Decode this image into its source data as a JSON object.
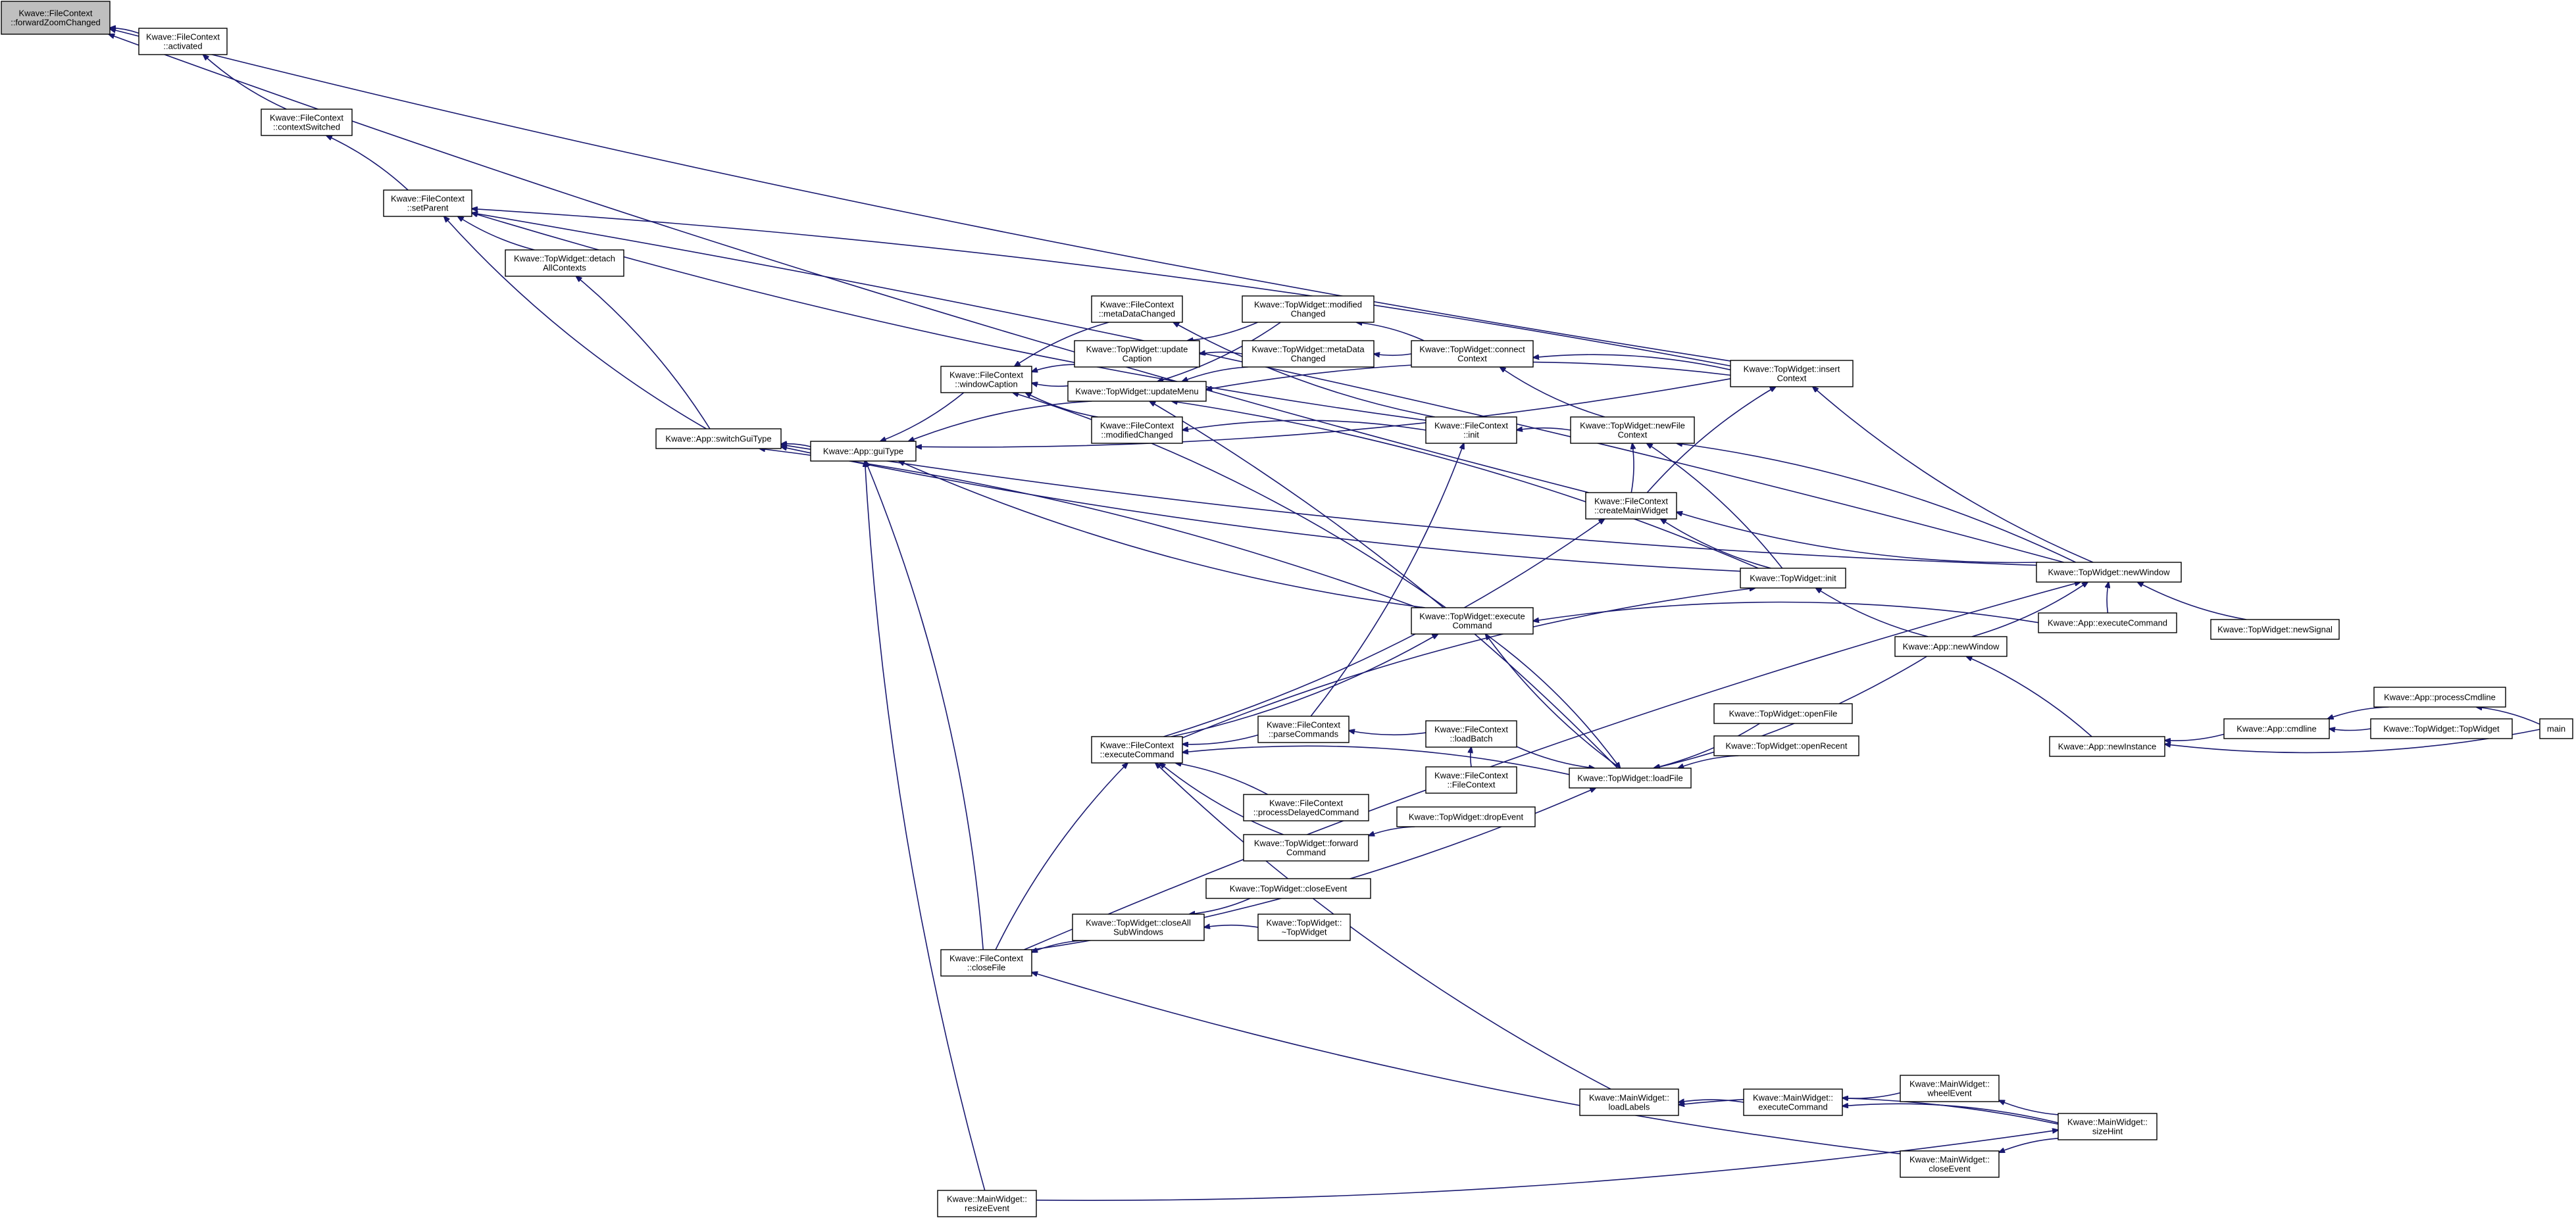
{
  "colors": {
    "edge": "#191970",
    "node_fill": "#ffffff",
    "root_fill": "#bfbfbf",
    "border": "#000000",
    "background": "#ffffff"
  },
  "nodes": [
    {
      "id": "fzc",
      "lines": [
        "Kwave::FileContext",
        "::forwardZoomChanged"
      ],
      "root": true
    },
    {
      "id": "act",
      "lines": [
        "Kwave::FileContext",
        "::activated"
      ]
    },
    {
      "id": "ctx",
      "lines": [
        "Kwave::FileContext",
        "::contextSwitched"
      ]
    },
    {
      "id": "spar",
      "lines": [
        "Kwave::FileContext",
        "::setParent"
      ]
    },
    {
      "id": "detach",
      "lines": [
        "Kwave::TopWidget::detach",
        "AllContexts"
      ]
    },
    {
      "id": "switch",
      "lines": [
        "Kwave::App::switchGuiType"
      ]
    },
    {
      "id": "gui",
      "lines": [
        "Kwave::App::guiType"
      ]
    },
    {
      "id": "wcap",
      "lines": [
        "Kwave::FileContext",
        "::windowCaption"
      ]
    },
    {
      "id": "mdc",
      "lines": [
        "Kwave::FileContext",
        "::metaDataChanged"
      ]
    },
    {
      "id": "modc",
      "lines": [
        "Kwave::FileContext",
        "::modifiedChanged"
      ]
    },
    {
      "id": "upcap",
      "lines": [
        "Kwave::TopWidget::update",
        "Caption"
      ]
    },
    {
      "id": "upmenu",
      "lines": [
        "Kwave::TopWidget::updateMenu"
      ]
    },
    {
      "id": "tmod",
      "lines": [
        "Kwave::TopWidget::modified",
        "Changed"
      ]
    },
    {
      "id": "tmeta",
      "lines": [
        "Kwave::TopWidget::metaData",
        "Changed"
      ]
    },
    {
      "id": "conn",
      "lines": [
        "Kwave::TopWidget::connect",
        "Context"
      ]
    },
    {
      "id": "finit",
      "lines": [
        "Kwave::FileContext",
        "::init"
      ]
    },
    {
      "id": "newfc",
      "lines": [
        "Kwave::TopWidget::newFile",
        "Context"
      ]
    },
    {
      "id": "cmw",
      "lines": [
        "Kwave::FileContext",
        "::createMainWidget"
      ]
    },
    {
      "id": "insert",
      "lines": [
        "Kwave::TopWidget::insert",
        "Context"
      ]
    },
    {
      "id": "tinit",
      "lines": [
        "Kwave::TopWidget::init"
      ]
    },
    {
      "id": "newwin",
      "lines": [
        "Kwave::TopWidget::newWindow"
      ]
    },
    {
      "id": "texec",
      "lines": [
        "Kwave::TopWidget::execute",
        "Command"
      ]
    },
    {
      "id": "appexec",
      "lines": [
        "Kwave::App::executeCommand"
      ]
    },
    {
      "id": "appnewwin",
      "lines": [
        "Kwave::App::newWindow"
      ]
    },
    {
      "id": "newsig",
      "lines": [
        "Kwave::TopWidget::newSignal"
      ]
    },
    {
      "id": "fexec",
      "lines": [
        "Kwave::FileContext",
        "::executeCommand"
      ]
    },
    {
      "id": "parse",
      "lines": [
        "Kwave::FileContext",
        "::parseCommands"
      ]
    },
    {
      "id": "lbatch",
      "lines": [
        "Kwave::FileContext",
        "::loadBatch"
      ]
    },
    {
      "id": "fcctor",
      "lines": [
        "Kwave::FileContext",
        "::FileContext"
      ]
    },
    {
      "id": "pdc",
      "lines": [
        "Kwave::FileContext",
        "::processDelayedCommand"
      ]
    },
    {
      "id": "fwd",
      "lines": [
        "Kwave::TopWidget::forward",
        "Command"
      ]
    },
    {
      "id": "drop",
      "lines": [
        "Kwave::TopWidget::dropEvent"
      ]
    },
    {
      "id": "openfile",
      "lines": [
        "Kwave::TopWidget::openFile"
      ]
    },
    {
      "id": "openrecent",
      "lines": [
        "Kwave::TopWidget::openRecent"
      ]
    },
    {
      "id": "loadfile",
      "lines": [
        "Kwave::TopWidget::loadFile"
      ]
    },
    {
      "id": "newinst",
      "lines": [
        "Kwave::App::newInstance"
      ]
    },
    {
      "id": "cmdline",
      "lines": [
        "Kwave::App::cmdline"
      ]
    },
    {
      "id": "proc",
      "lines": [
        "Kwave::App::processCmdline"
      ]
    },
    {
      "id": "ttw",
      "lines": [
        "Kwave::TopWidget::TopWidget"
      ]
    },
    {
      "id": "main",
      "lines": [
        "main"
      ]
    },
    {
      "id": "tclose",
      "lines": [
        "Kwave::TopWidget::closeEvent"
      ]
    },
    {
      "id": "closeall",
      "lines": [
        "Kwave::TopWidget::closeAll",
        "SubWindows"
      ]
    },
    {
      "id": "dtor",
      "lines": [
        "Kwave::TopWidget::",
        "~TopWidget"
      ]
    },
    {
      "id": "fclose",
      "lines": [
        "Kwave::FileContext",
        "::closeFile"
      ]
    },
    {
      "id": "labels",
      "lines": [
        "Kwave::MainWidget::",
        "loadLabels"
      ]
    },
    {
      "id": "mexec",
      "lines": [
        "Kwave::MainWidget::",
        "executeCommand"
      ]
    },
    {
      "id": "wheel",
      "lines": [
        "Kwave::MainWidget::",
        "wheelEvent"
      ]
    },
    {
      "id": "size",
      "lines": [
        "Kwave::MainWidget::",
        "sizeHint"
      ]
    },
    {
      "id": "mclose",
      "lines": [
        "Kwave::MainWidget::",
        "closeEvent"
      ]
    },
    {
      "id": "resize",
      "lines": [
        "Kwave::MainWidget::",
        "resizeEvent"
      ]
    }
  ],
  "edges": [
    [
      "act",
      "fzc"
    ],
    [
      "ctx",
      "act"
    ],
    [
      "spar",
      "ctx"
    ],
    [
      "detach",
      "spar"
    ],
    [
      "switch",
      "detach"
    ],
    [
      "switch",
      "spar"
    ],
    [
      "gui",
      "switch"
    ],
    [
      "wcap",
      "gui"
    ],
    [
      "mdc",
      "wcap"
    ],
    [
      "modc",
      "wcap"
    ],
    [
      "upcap",
      "wcap"
    ],
    [
      "upmenu",
      "wcap"
    ],
    [
      "upmenu",
      "gui"
    ],
    [
      "tmod",
      "upcap"
    ],
    [
      "tmeta",
      "upcap"
    ],
    [
      "tmod",
      "upmenu"
    ],
    [
      "tmeta",
      "upmenu"
    ],
    [
      "conn",
      "tmeta"
    ],
    [
      "conn",
      "tmod"
    ],
    [
      "finit",
      "spar"
    ],
    [
      "finit",
      "modc"
    ],
    [
      "finit",
      "mdc"
    ],
    [
      "newfc",
      "finit"
    ],
    [
      "newfc",
      "conn"
    ],
    [
      "insert",
      "conn"
    ],
    [
      "insert",
      "fzc"
    ],
    [
      "insert",
      "spar"
    ],
    [
      "insert",
      "gui"
    ],
    [
      "insert",
      "upmenu"
    ],
    [
      "cmw",
      "fzc"
    ],
    [
      "cmw",
      "newfc"
    ],
    [
      "cmw",
      "insert"
    ],
    [
      "tinit",
      "newfc"
    ],
    [
      "tinit",
      "cmw"
    ],
    [
      "tinit",
      "upmenu"
    ],
    [
      "newwin",
      "insert"
    ],
    [
      "newwin",
      "newfc"
    ],
    [
      "newwin",
      "cmw"
    ],
    [
      "newwin",
      "spar"
    ],
    [
      "appnewwin",
      "tinit"
    ],
    [
      "appnewwin",
      "newwin"
    ],
    [
      "appexec",
      "newwin"
    ],
    [
      "appexec",
      "texec"
    ],
    [
      "newsig",
      "newwin"
    ],
    [
      "texec",
      "wcap"
    ],
    [
      "texec",
      "gui"
    ],
    [
      "fexec",
      "texec"
    ],
    [
      "fexec",
      "tinit"
    ],
    [
      "fexec",
      "cmw"
    ],
    [
      "parse",
      "fexec"
    ],
    [
      "parse",
      "finit"
    ],
    [
      "lbatch",
      "parse"
    ],
    [
      "lbatch",
      "loadfile"
    ],
    [
      "fcctor",
      "lbatch"
    ],
    [
      "pdc",
      "fexec"
    ],
    [
      "fwd",
      "fexec"
    ],
    [
      "drop",
      "fwd"
    ],
    [
      "loadfile",
      "texec"
    ],
    [
      "loadfile",
      "upmenu"
    ],
    [
      "openfile",
      "loadfile"
    ],
    [
      "openrecent",
      "loadfile"
    ],
    [
      "appnewwin",
      "loadfile"
    ],
    [
      "newinst",
      "appnewwin"
    ],
    [
      "cmdline",
      "newinst"
    ],
    [
      "proc",
      "cmdline"
    ],
    [
      "ttw",
      "cmdline"
    ],
    [
      "main",
      "proc"
    ],
    [
      "main",
      "newinst"
    ],
    [
      "closeall",
      "fclose"
    ],
    [
      "tclose",
      "closeall"
    ],
    [
      "dtor",
      "closeall"
    ],
    [
      "fclose",
      "fexec"
    ],
    [
      "fclose",
      "gui"
    ],
    [
      "fclose",
      "newwin"
    ],
    [
      "fclose",
      "loadfile"
    ],
    [
      "labels",
      "fexec"
    ],
    [
      "mexec",
      "labels"
    ],
    [
      "wheel",
      "mexec"
    ],
    [
      "size",
      "mexec"
    ],
    [
      "size",
      "wheel"
    ],
    [
      "size",
      "labels"
    ],
    [
      "mclose",
      "fclose"
    ],
    [
      "size",
      "mclose"
    ],
    [
      "resize",
      "gui"
    ],
    [
      "resize",
      "size"
    ],
    [
      "tinit",
      "switch"
    ],
    [
      "texec",
      "switch"
    ],
    [
      "newwin",
      "switch"
    ],
    [
      "loadfile",
      "fexec"
    ],
    [
      "texec",
      "loadfile"
    ]
  ]
}
